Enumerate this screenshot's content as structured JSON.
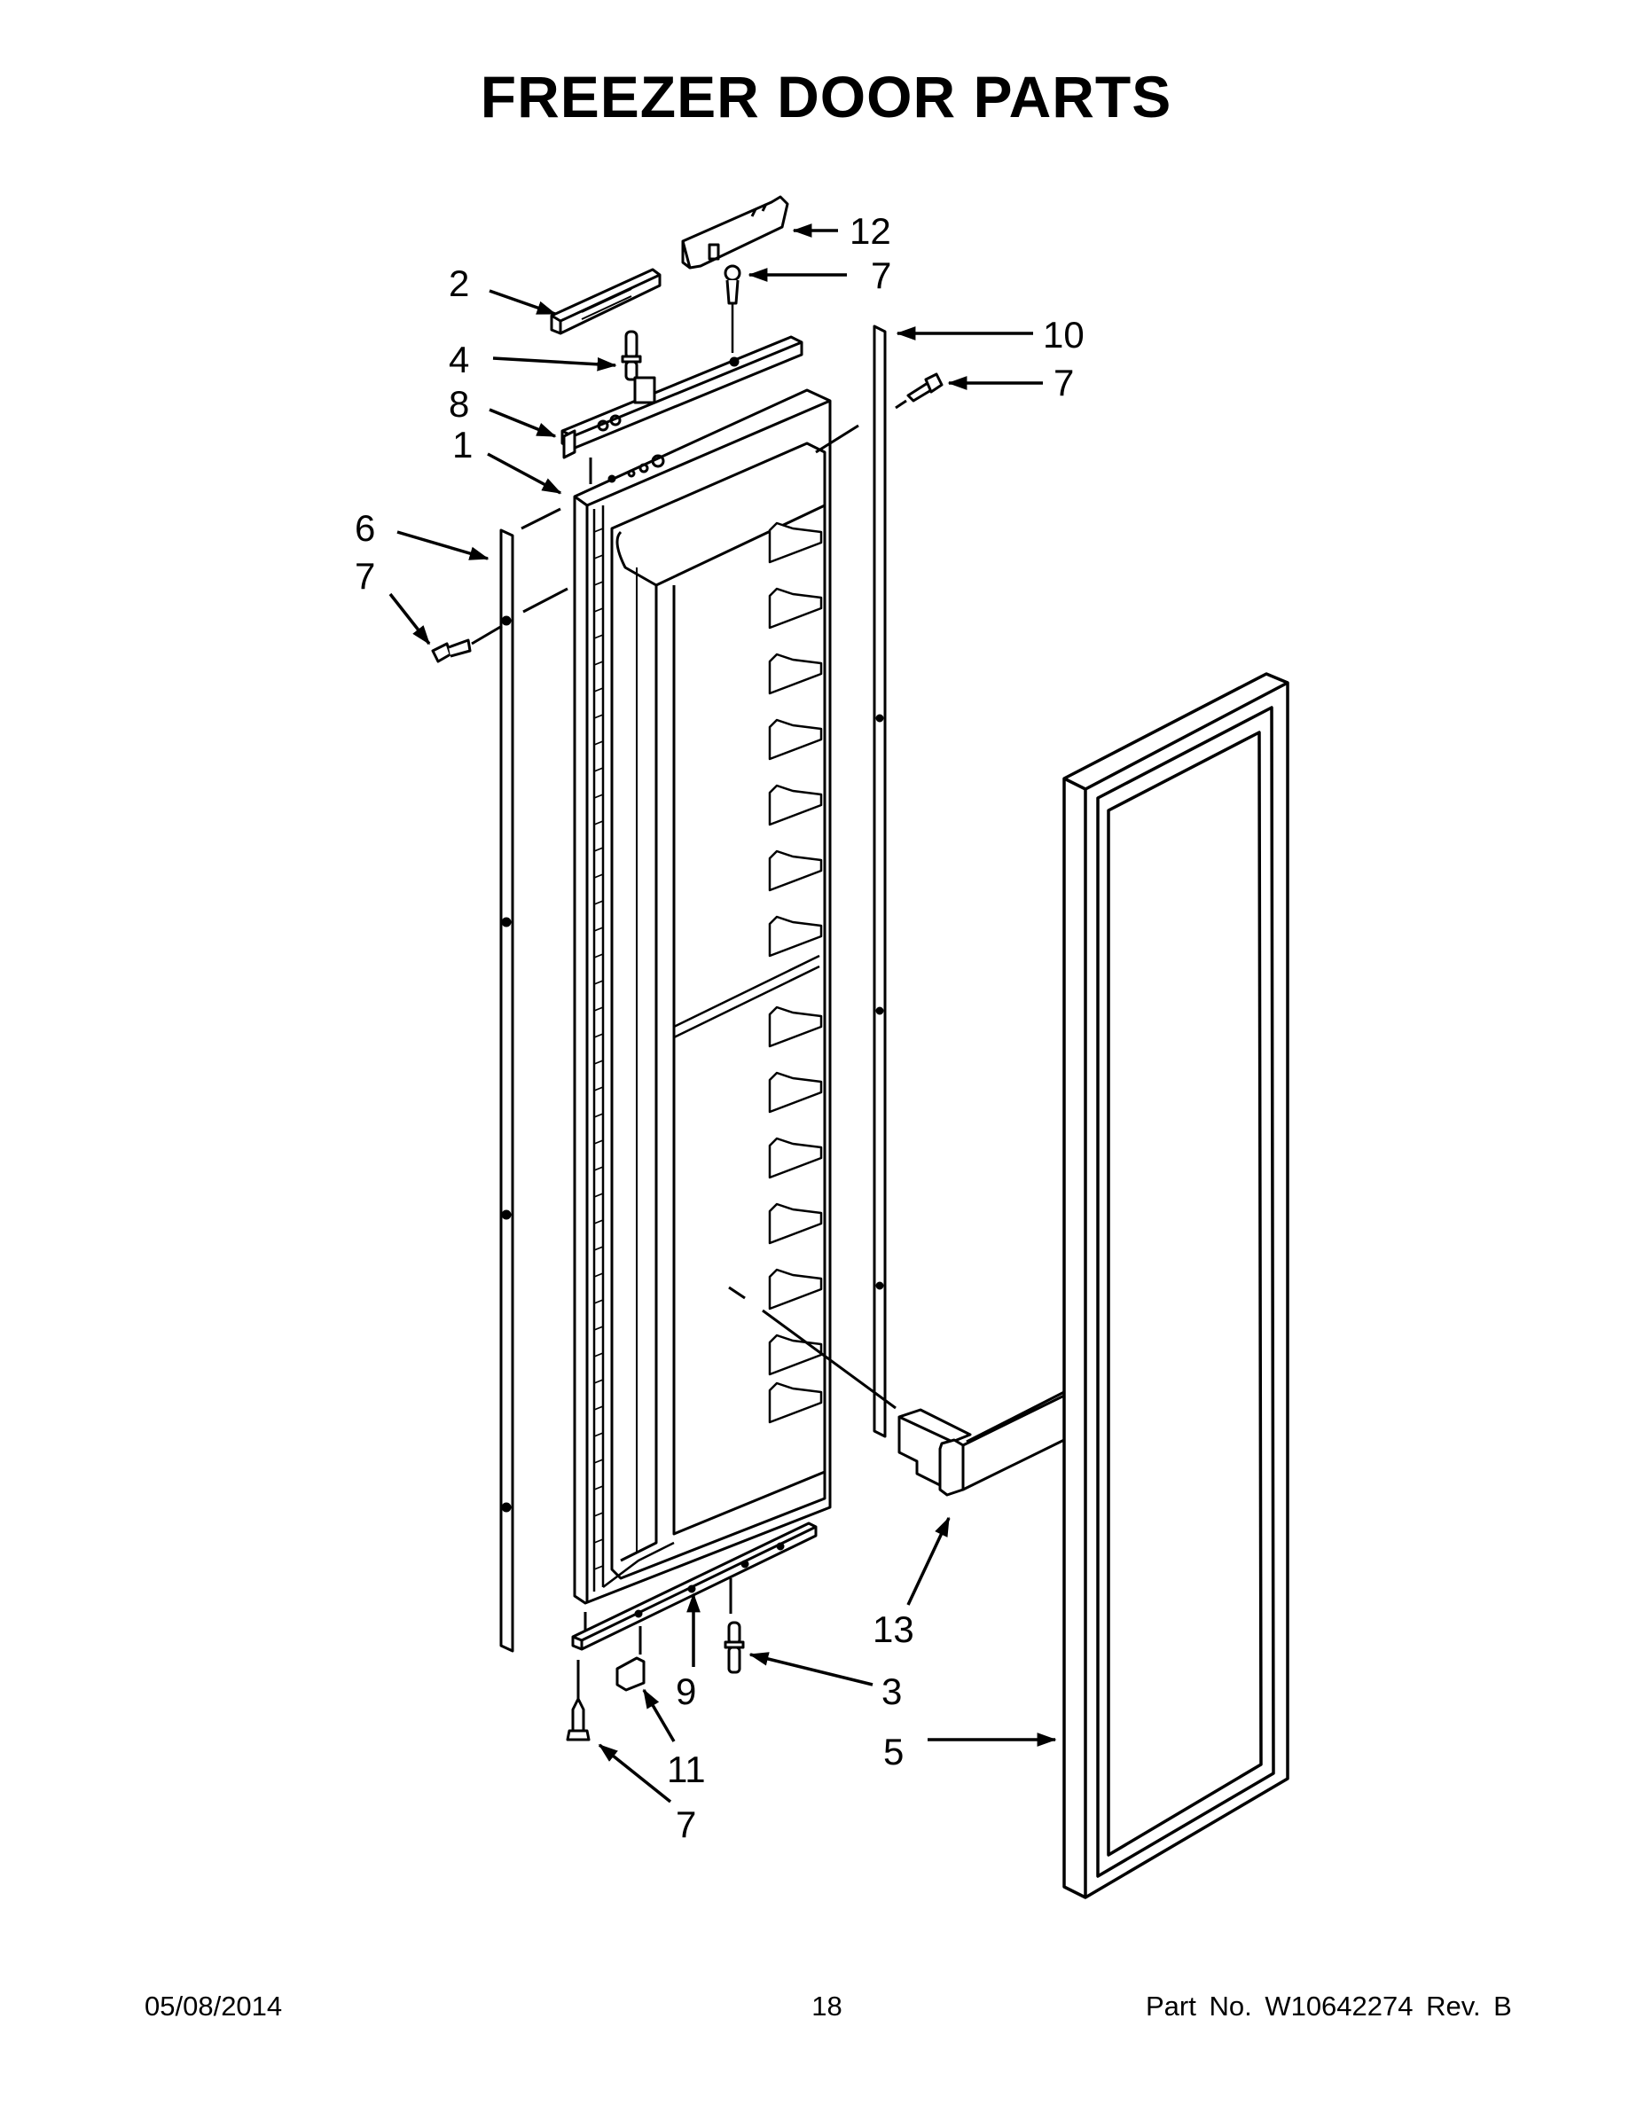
{
  "title": "FREEZER DOOR PARTS",
  "diagram": {
    "description": "Exploded view of refrigerator freezer door assembly",
    "callouts": [
      {
        "id": "c12",
        "label": "12",
        "part": "door top cap / control housing"
      },
      {
        "id": "c7a",
        "label": "7",
        "part": "screw (top hinge)"
      },
      {
        "id": "c2",
        "label": "2",
        "part": "top trim"
      },
      {
        "id": "c10",
        "label": "10",
        "part": "right side trim strip"
      },
      {
        "id": "c4",
        "label": "4",
        "part": "top hinge pin"
      },
      {
        "id": "c7b",
        "label": "7",
        "part": "screw (right trim)"
      },
      {
        "id": "c8",
        "label": "8",
        "part": "bracket"
      },
      {
        "id": "c1",
        "label": "1",
        "part": "door liner / inner door"
      },
      {
        "id": "c6",
        "label": "6",
        "part": "left side trim strip"
      },
      {
        "id": "c7c",
        "label": "7",
        "part": "screw (left trim)"
      },
      {
        "id": "c13",
        "label": "13",
        "part": "door handle"
      },
      {
        "id": "c9",
        "label": "9",
        "part": "bottom trim / hinge bracket"
      },
      {
        "id": "c3",
        "label": "3",
        "part": "bottom hinge pin"
      },
      {
        "id": "c5",
        "label": "5",
        "part": "door gasket"
      },
      {
        "id": "c11",
        "label": "11",
        "part": "bottom bracket"
      },
      {
        "id": "c7d",
        "label": "7",
        "part": "screw (bottom)"
      }
    ]
  },
  "footer": {
    "date": "05/08/2014",
    "page": "18",
    "part_number": "Part No.  W10642274  Rev.  B"
  }
}
